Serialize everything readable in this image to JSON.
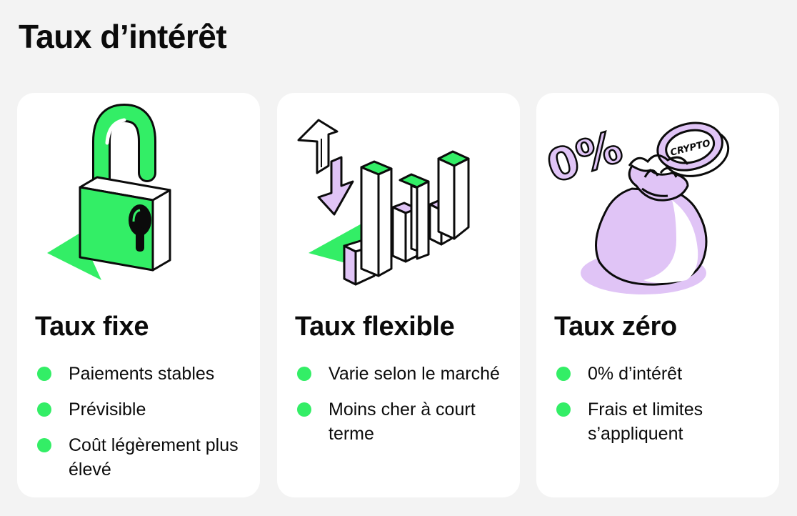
{
  "page_title": "Taux d’intérêt",
  "colors": {
    "green": "#33ee66",
    "purple": "#e0c4f6",
    "bullet": "#33ee66"
  },
  "cards": [
    {
      "icon": "padlock-icon",
      "title": "Taux fixe",
      "bullets": [
        "Paiements stables",
        "Prévisible",
        "Coût légèrement plus élevé"
      ]
    },
    {
      "icon": "bar-chart-arrows-icon",
      "title": "Taux flexible",
      "bullets": [
        "Varie selon le marché",
        "Moins cher à court terme"
      ]
    },
    {
      "icon": "crypto-money-bag-icon",
      "title": "Taux zéro",
      "coin_label": "CRYPTO",
      "percent_label": "0%",
      "bullets": [
        "0% d’intérêt",
        "Frais et limites s’appliquent"
      ]
    }
  ]
}
